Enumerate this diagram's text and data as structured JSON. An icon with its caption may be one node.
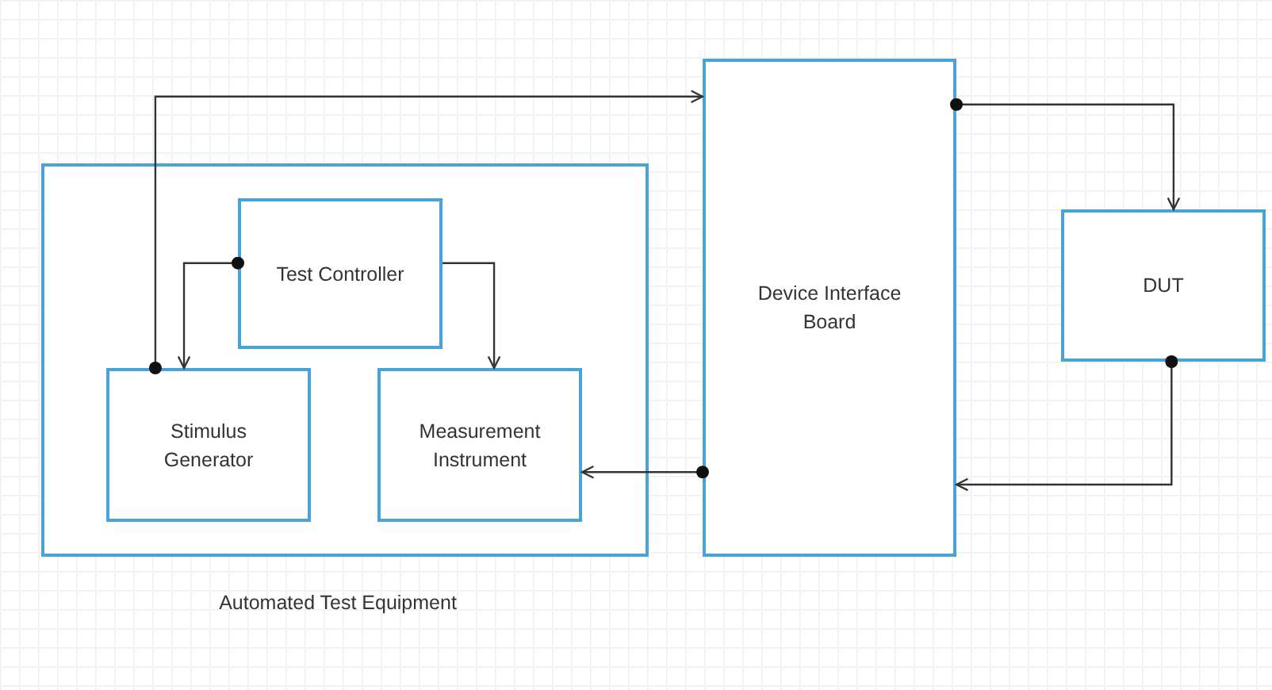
{
  "diagram": {
    "nodes": [
      {
        "text": [
          "Automated Test Equipment"
        ]
      },
      {
        "text": [
          "Test Controller"
        ],
        "in": 0
      },
      {
        "text": [
          "Stimulus Generator"
        ],
        "in": 0
      },
      {
        "text": [
          "Measurement Instrument"
        ],
        "in": 0
      },
      {
        "text": [
          "Device Interface Board"
        ]
      },
      {
        "text": [
          "DUT"
        ]
      }
    ],
    "edges": [
      {
        "from": 1,
        "to": 2,
        "arrow": "to"
      },
      {
        "from": 1,
        "to": 3,
        "arrow": "to"
      },
      {
        "from": 2,
        "to": 4,
        "arrow": "to"
      },
      {
        "from": 4,
        "to": 3,
        "arrow": "to"
      },
      {
        "from": 4,
        "to": 5,
        "arrow": "to"
      },
      {
        "from": 5,
        "to": 4,
        "arrow": "to"
      }
    ]
  }
}
